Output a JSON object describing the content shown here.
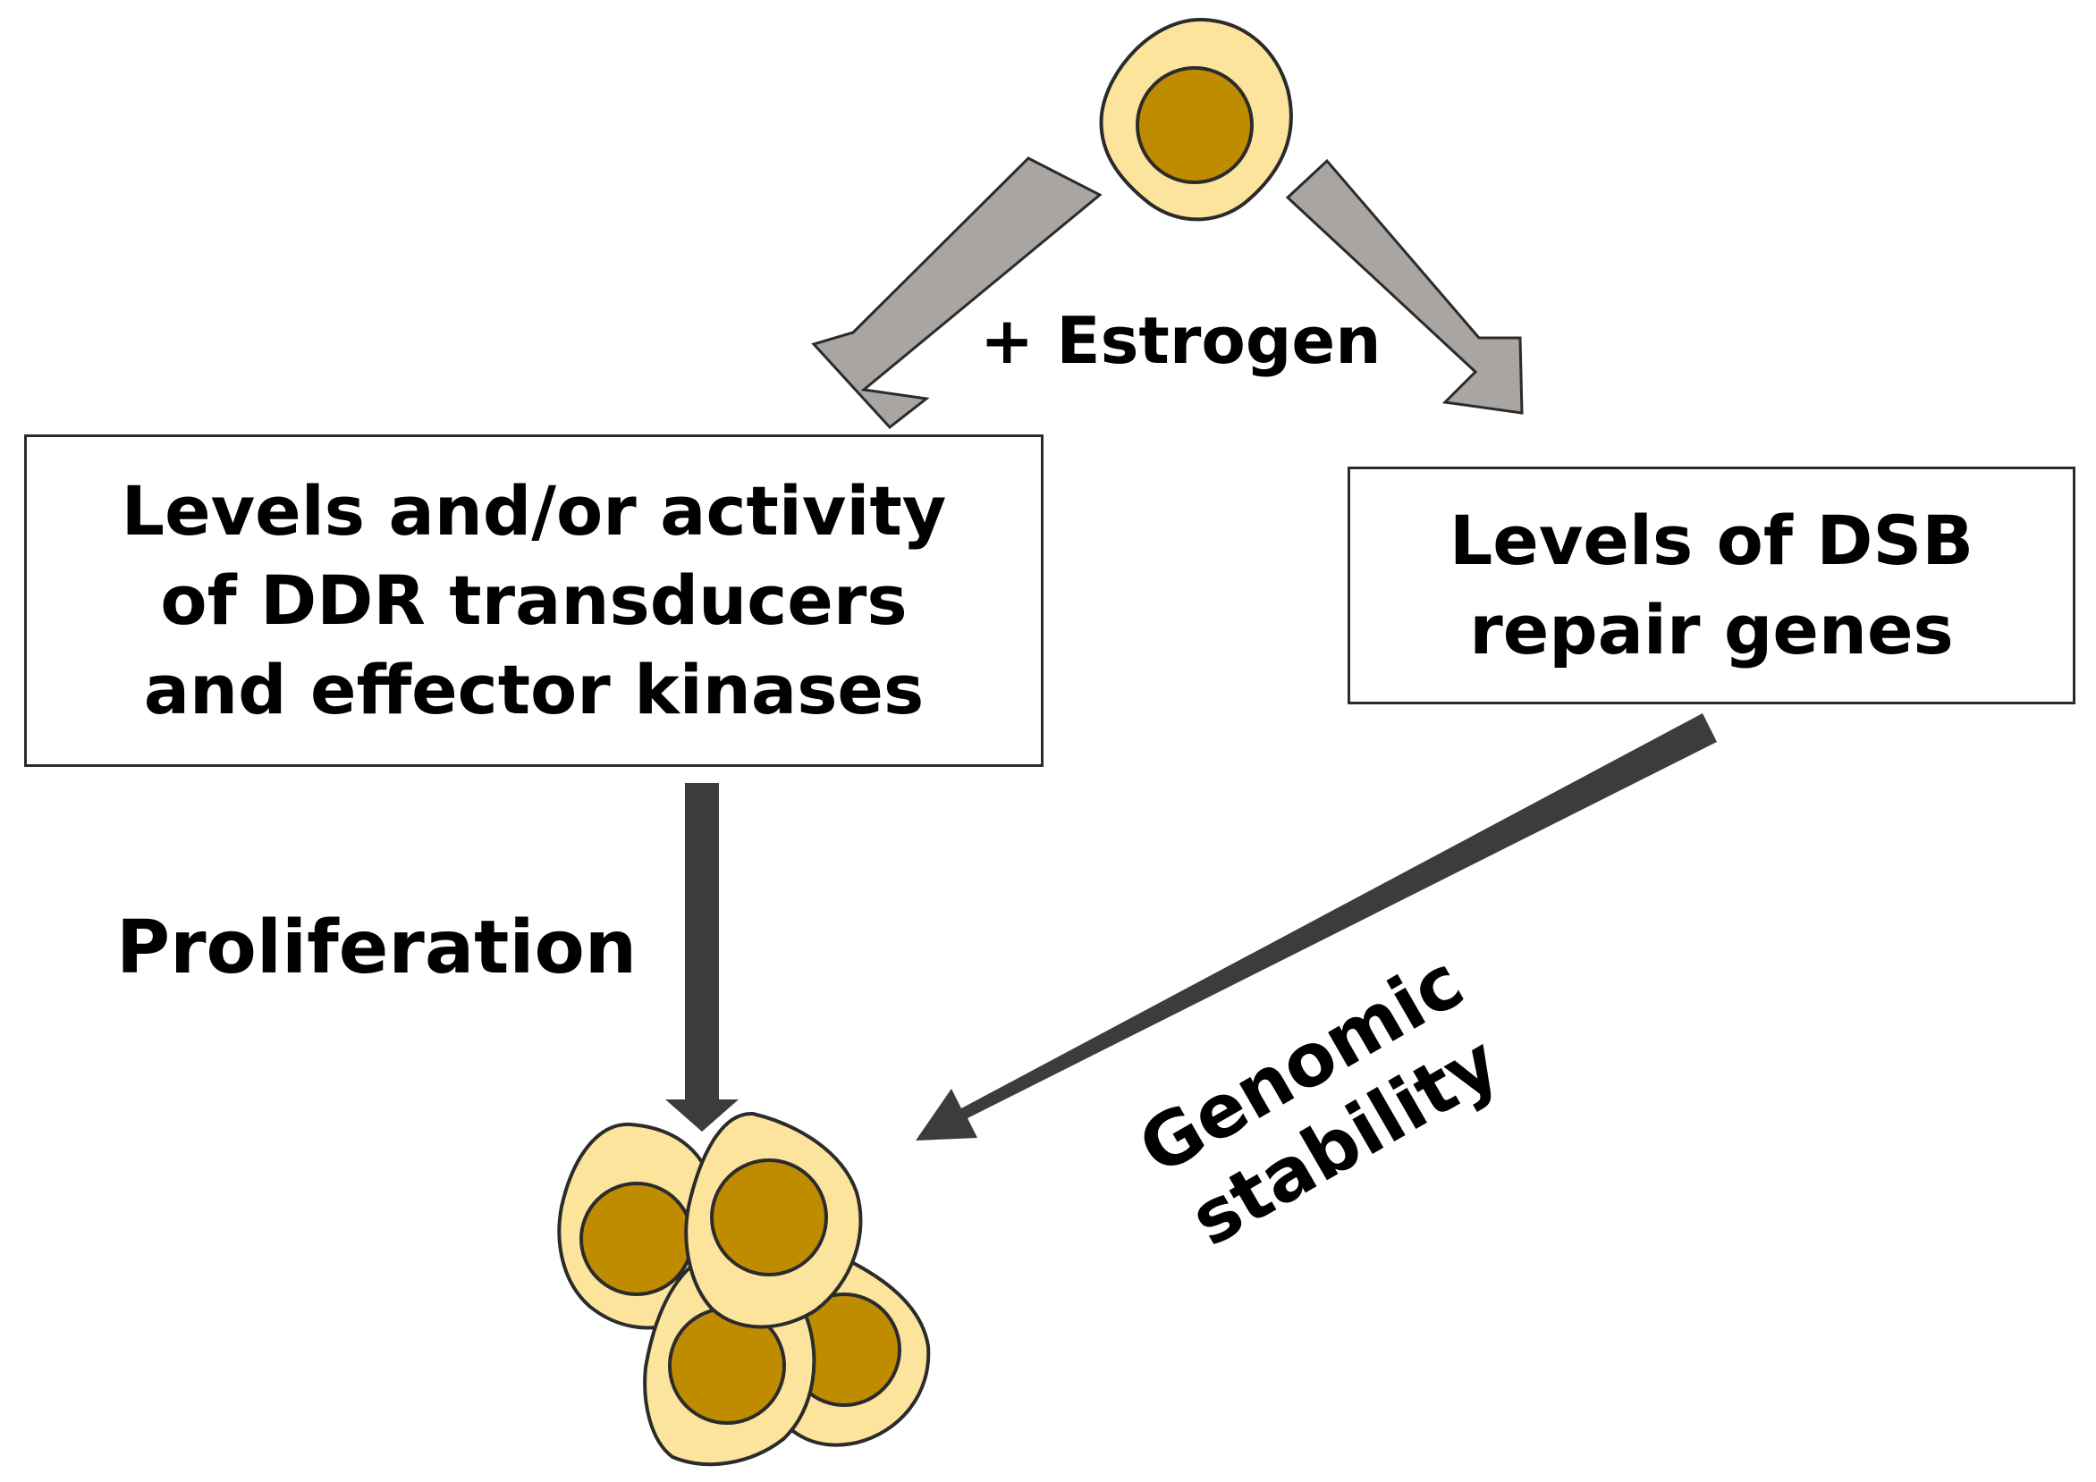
{
  "estrogen_label": "+ Estrogen",
  "left_box": {
    "lines": [
      "Levels and/or activity",
      "of DDR transducers",
      "and effector kinases"
    ]
  },
  "right_box": {
    "lines": [
      "Levels of DSB",
      "repair genes"
    ]
  },
  "proliferation_label": "Proliferation",
  "genomic_label": {
    "lines": [
      "Genomic",
      "stability"
    ]
  },
  "colors": {
    "cell_fill": "#fde49c",
    "nucleus_fill": "#bf8c00",
    "outline": "#2b2b2b",
    "gray_arrow": "#a8a5a3",
    "dark_arrow": "#3c3c3c"
  }
}
